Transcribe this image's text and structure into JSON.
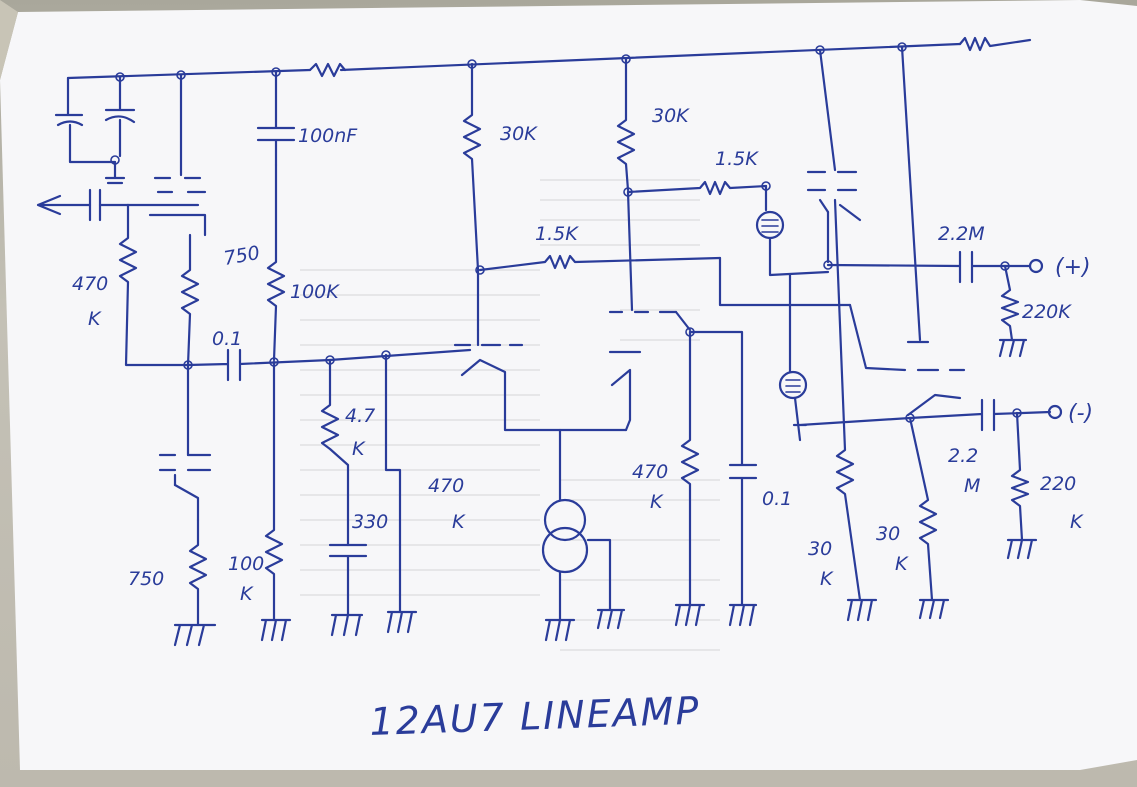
{
  "title": "12AU7 LINEAMP",
  "labels": {
    "c_100nf": "100nF",
    "r_30k_a": "30K",
    "r_30k_b": "30K",
    "r_1_5k_top": "1.5K",
    "r_1_5k_mid": "1.5K",
    "c_2_2m_top": "2.2M",
    "term_pos": "(+)",
    "term_neg": "(-)",
    "r_220k_top": "220K",
    "r_220k_bot": "220",
    "r_220k_bot_k": "K",
    "r_470_left": "470",
    "r_470_left_k": "K",
    "r_750_top": "750",
    "r_100k_mid": "100K",
    "c_0_1_left": "0.1",
    "r_4_7k": "4.7",
    "r_4_7k_k": "K",
    "c_330": "330",
    "r_750_bot": "750",
    "r_100k_bot": "100",
    "r_100k_bot_k": "K",
    "r_470k": "470",
    "r_470k_k": "K",
    "r_470k_mid": "470",
    "r_470k_mid_k": "K",
    "c_0_1_mid": "0.1",
    "r_30k_bot_a": "30",
    "r_30k_bot_a_k": "K",
    "r_30k_bot_b": "30",
    "r_30k_bot_b_k": "K",
    "c_2_2m_bot": "2.2",
    "c_2_2m_bot_m": "M"
  },
  "colors": {
    "ink": "#2a3c9a",
    "paper": "#f7f7f9"
  }
}
